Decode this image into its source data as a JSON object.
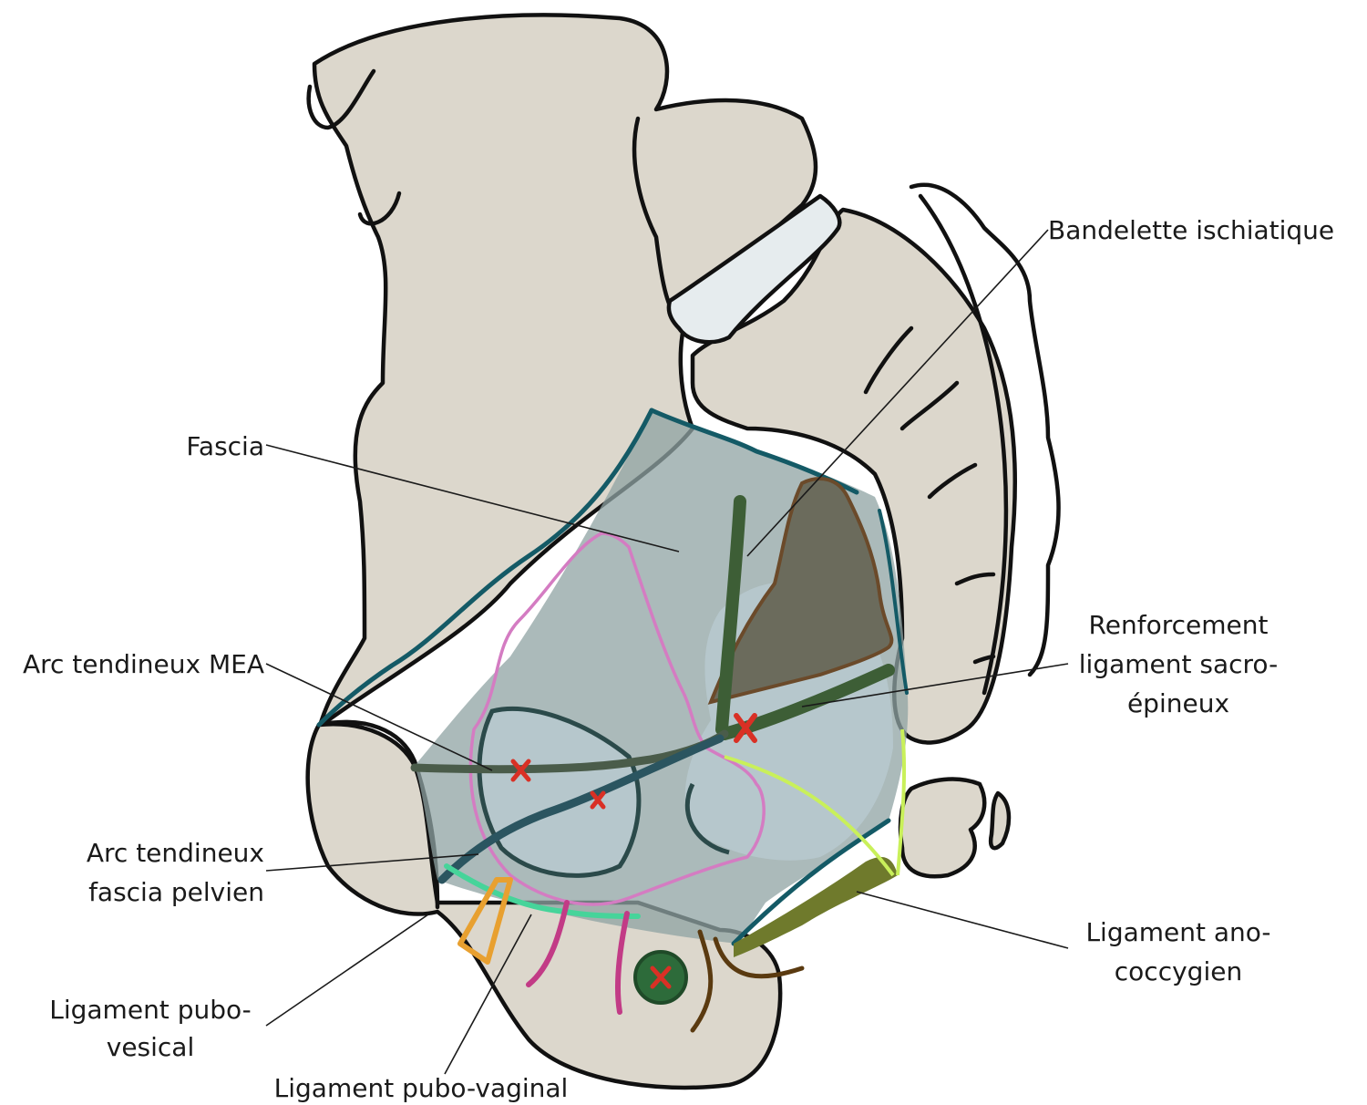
{
  "labels": {
    "bandelette": "Bandelette ischiatique",
    "fascia": "Fascia",
    "arc_mea": "Arc tendineux MEA",
    "renforcement_1": "Renforcement",
    "renforcement_2": "ligament sacro-",
    "renforcement_3": "épineux",
    "arc_fascia_1": "Arc tendineux",
    "arc_fascia_2": "fascia pelvien",
    "ano_1": "Ligament ano-",
    "ano_2": "coccygien",
    "pubo_vesical_1": "Ligament pubo-",
    "pubo_vesical_2": "vesical",
    "pubo_vaginal": "Ligament pubo-vaginal"
  },
  "colors": {
    "bone": "#dcd7cc",
    "fascia": "#8fa3a3",
    "outline": "#111111",
    "teal_edge": "#145a66",
    "dark_green_band": "#3d5e36",
    "sacrospinous_triangle": "#6b6b5c",
    "anococcygeal": "#6f7a2c",
    "pink_contour": "#d47cc2",
    "cross_marks": "#d93025",
    "pubo_vesical": "#e8a030",
    "pubo_vaginal": "#46d49a",
    "cartilage": "#e6ecee"
  }
}
